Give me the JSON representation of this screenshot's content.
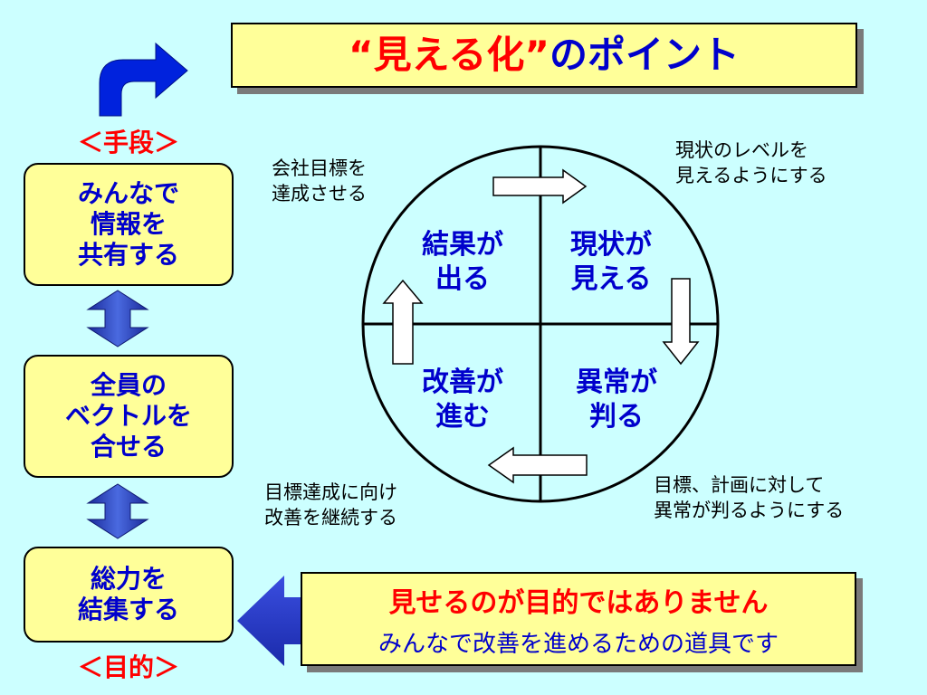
{
  "title": {
    "quote_open": "“",
    "main": "見える化",
    "quote_close": "”",
    "suffix": "のポイント"
  },
  "left_column": {
    "means_label": "＜手段＞",
    "purpose_label": "＜目的＞",
    "boxes": [
      {
        "lines": [
          "みんなで",
          "情報を",
          "共有する"
        ]
      },
      {
        "lines": [
          "全員の",
          "ベクトルを",
          "合せる"
        ]
      },
      {
        "lines": [
          "総力を",
          "結集する"
        ]
      }
    ]
  },
  "cycle": {
    "quadrants": {
      "top_left": [
        "結果が",
        "出る"
      ],
      "top_right": [
        "現状が",
        "見える"
      ],
      "bottom_right": [
        "異常が",
        "判る"
      ],
      "bottom_left": [
        "改善が",
        "進む"
      ]
    },
    "notes": {
      "top_left": [
        "会社目標を",
        "達成させる"
      ],
      "top_right": [
        "現状のレベルを",
        "見えるようにする"
      ],
      "bottom_right": [
        "目標、計画に対して",
        "異常が判るようにする"
      ],
      "bottom_left": [
        "目標達成に向け",
        "改善を継続する"
      ]
    }
  },
  "conclusion": {
    "main": "見せるのが目的ではありません",
    "sub": "みんなで改善を進めるための道具です"
  },
  "colors": {
    "background": "#ccffff",
    "box_fill": "#ffff99",
    "red": "#ff0000",
    "blue": "#0000cc",
    "arrow_blue": "#2233cc"
  }
}
